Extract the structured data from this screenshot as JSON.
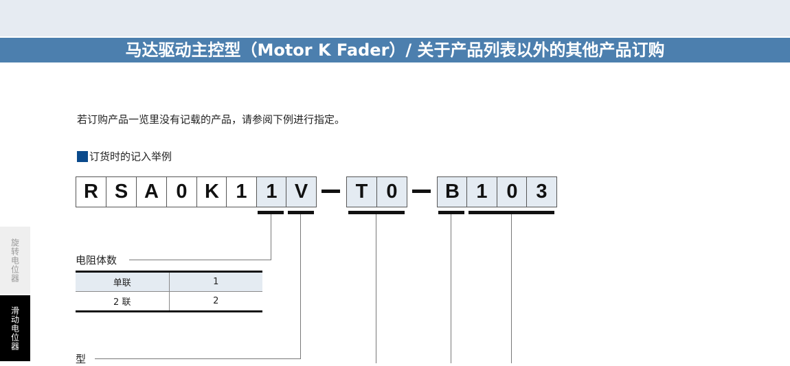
{
  "title": "马达驱动主控型（Motor K Fader）/ 关于产品列表以外的其他产品订购",
  "intro": "若订购产品一览里没有记载的产品，请参阅下例进行指定。",
  "section_label": "订货时的记入举例",
  "part_code": [
    "R",
    "S",
    "A",
    "0",
    "K",
    "1",
    "1",
    "V",
    "T",
    "0",
    "B",
    "1",
    "0",
    "3"
  ],
  "resistor_label": "电阻体数",
  "resistor_table": [
    [
      "单联",
      "1"
    ],
    [
      "2 联",
      "2"
    ]
  ],
  "type_label": "型",
  "side_tabs": [
    "旋转电位器",
    "滑动电位器"
  ],
  "colors": {
    "title_bar": "#4c7fae",
    "accent": "#0a4a8c",
    "shade": "#e4ebf2"
  }
}
